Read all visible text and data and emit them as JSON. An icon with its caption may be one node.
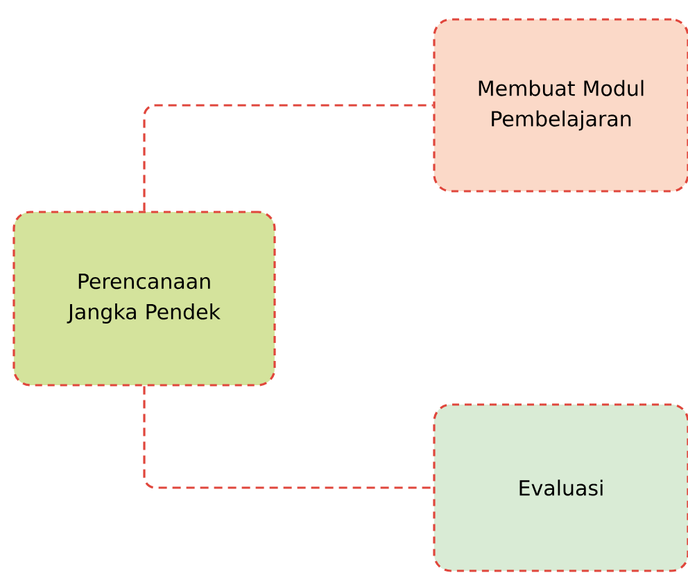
{
  "diagram": {
    "nodes": [
      {
        "text": [
          "Perencanaan Jangka Pendek"
        ]
      },
      {
        "text": [
          "Membuat Modul Pembelajaran"
        ]
      },
      {
        "text": [
          "Evaluasi"
        ]
      }
    ],
    "edges": [
      {
        "from": 0,
        "to": 1,
        "arrow": "none",
        "style": "dashed"
      },
      {
        "from": 0,
        "to": 2,
        "arrow": "none",
        "style": "dashed"
      }
    ]
  }
}
